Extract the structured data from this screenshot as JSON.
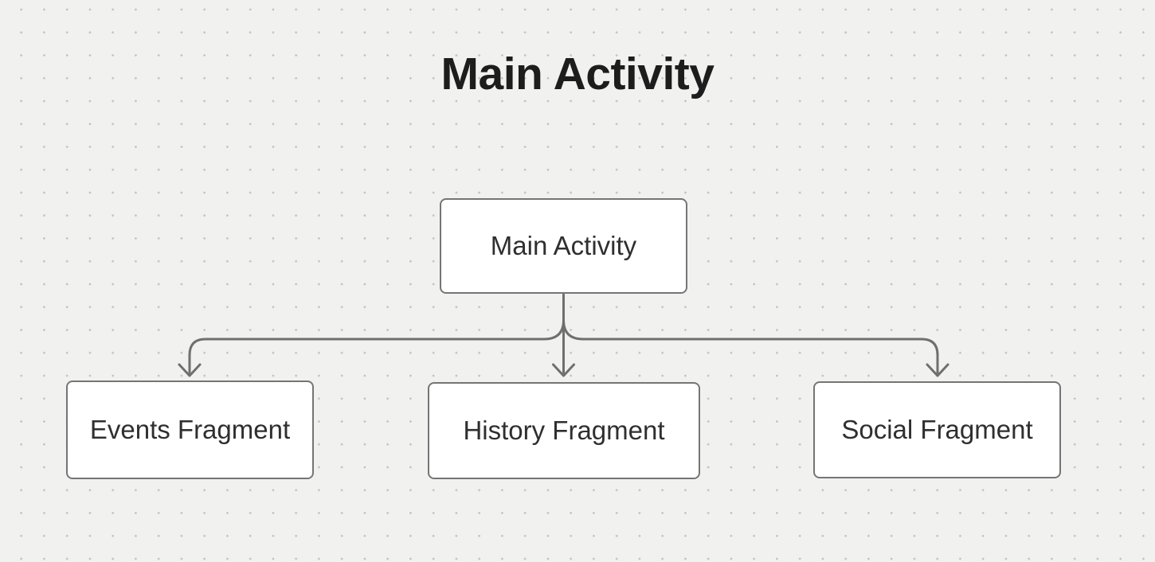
{
  "title": "Main Activity",
  "diagram": {
    "nodes": [
      {
        "id": "main",
        "label": "Main Activity"
      },
      {
        "id": "events",
        "label": "Events Fragment"
      },
      {
        "id": "history",
        "label": "History Fragment"
      },
      {
        "id": "social",
        "label": "Social Fragment"
      }
    ],
    "edges": [
      {
        "from": "main",
        "to": "events"
      },
      {
        "from": "main",
        "to": "history"
      },
      {
        "from": "main",
        "to": "social"
      }
    ]
  },
  "colors": {
    "background": "#f1f1f0",
    "grid_dot": "#c3c3c3",
    "node_fill": "#ffffff",
    "node_border": "#757575",
    "edge_line": "#6f6f6f",
    "node_text": "#2f2f2f",
    "title_text": "#1d1d1d"
  }
}
